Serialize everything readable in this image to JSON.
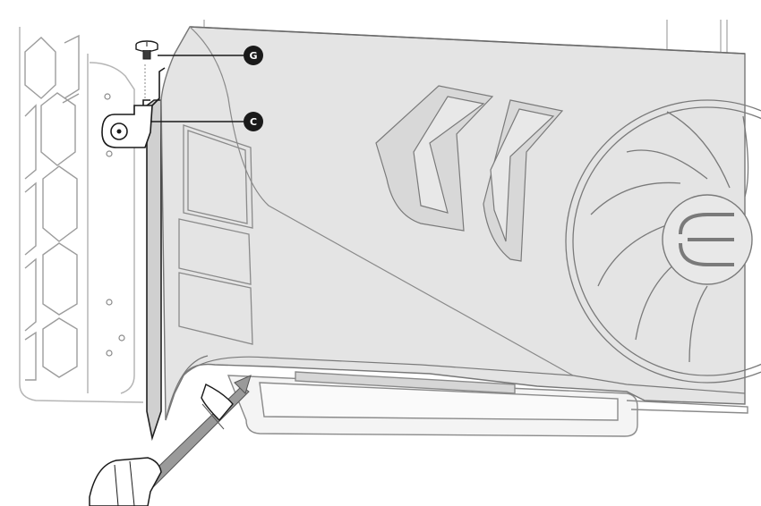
{
  "callouts": [
    {
      "id": "G",
      "letter": "G",
      "target": "thumbscrew"
    },
    {
      "id": "C",
      "letter": "C",
      "target": "bracket-clip"
    }
  ],
  "icons": [
    "screwdriver-icon",
    "thumbscrew-icon",
    "graphics-card-icon",
    "fan-icon",
    "brand-logo-icon"
  ],
  "colors": {
    "card_fill": "#e4e4e4",
    "line": "#8a8a8a",
    "dark_line": "#222222",
    "callout_fill": "#1a1a1a",
    "screwdriver_shaft": "#9a9a9a"
  }
}
